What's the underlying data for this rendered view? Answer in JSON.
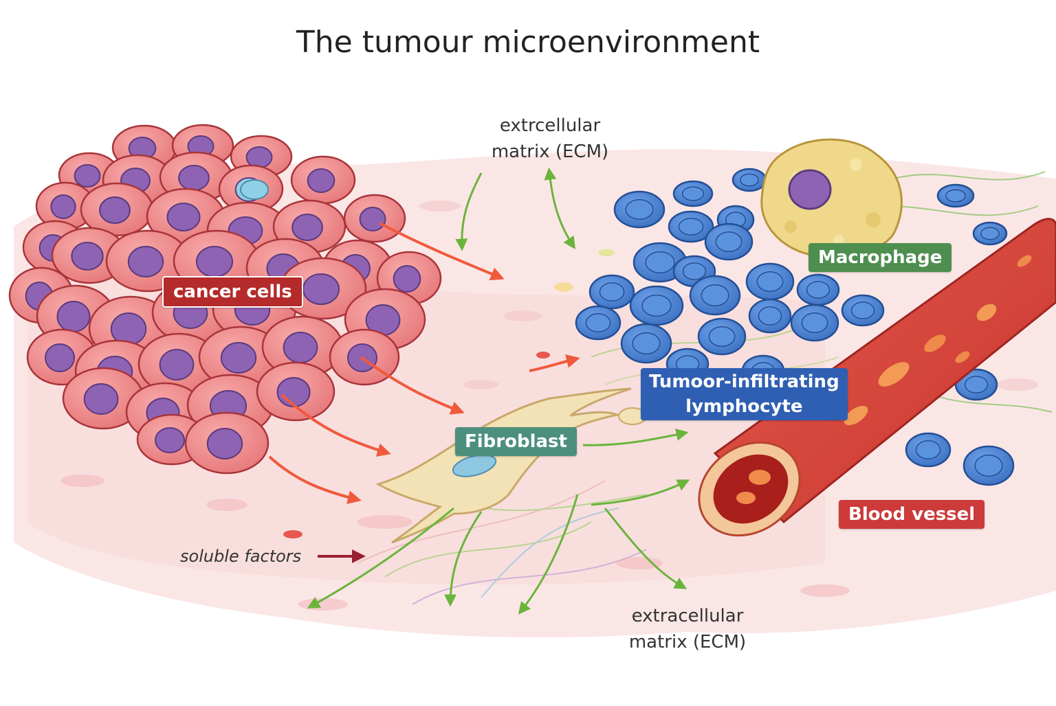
{
  "title": "The tumour microenvironment",
  "labels": {
    "cancer_cells": "cancer cells",
    "macrophage": "Macrophage",
    "til_line1": "Tumoor-infiltrating",
    "til_line2": "lymphocyte",
    "fibroblast": "Fibroblast",
    "blood_vessel": "Blood vessel",
    "ecm_top_line1": "extrcellular",
    "ecm_top_line2": "matrix (ECM)",
    "ecm_bottom_line1": "extracellular",
    "ecm_bottom_line2": "matrix (ECM)",
    "soluble_factors": "soluble factors"
  },
  "colors": {
    "cancer_label": "#b52a2a",
    "macrophage_label": "#4e8f50",
    "til_label": "#2f5fb3",
    "fibroblast_label": "#4d8f7d",
    "blood_label": "#cc3a3a",
    "cancer_cell": "#f08c8c",
    "nucleus": "#8e63b4",
    "lymphocyte": "#4f86d4",
    "macrophage_body": "#efd88a",
    "fibroblast_body": "#f2e2b5",
    "vessel": "#d9433a",
    "green_arrow": "#6ab43c",
    "red_arrow": "#ef5a3c",
    "soluble_arrow": "#9a1f2f"
  }
}
